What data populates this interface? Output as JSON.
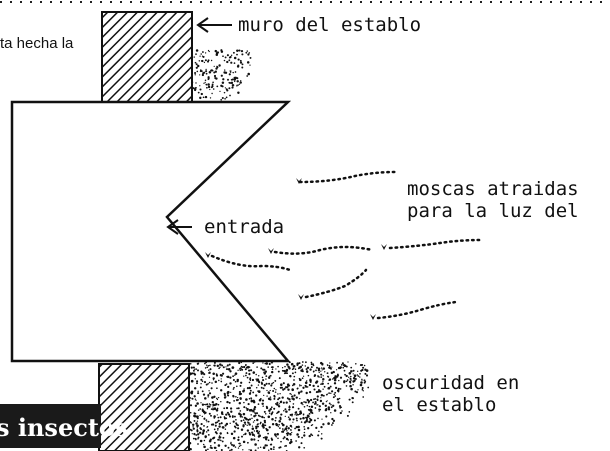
{
  "labels": {
    "top_left_partial": "ta hecha la",
    "wall": "muro del establo",
    "entrance": "entrada",
    "flies_line1": "moscas atraidas",
    "flies_line2": "para la luz del",
    "darkness_line1": "oscuridad en",
    "darkness_line2": "el establo"
  },
  "bottom_bar": {
    "text": "s insectos"
  },
  "colors": {
    "ink": "#111111",
    "paper": "#ffffff",
    "bar_background": "#1a1a1a"
  }
}
